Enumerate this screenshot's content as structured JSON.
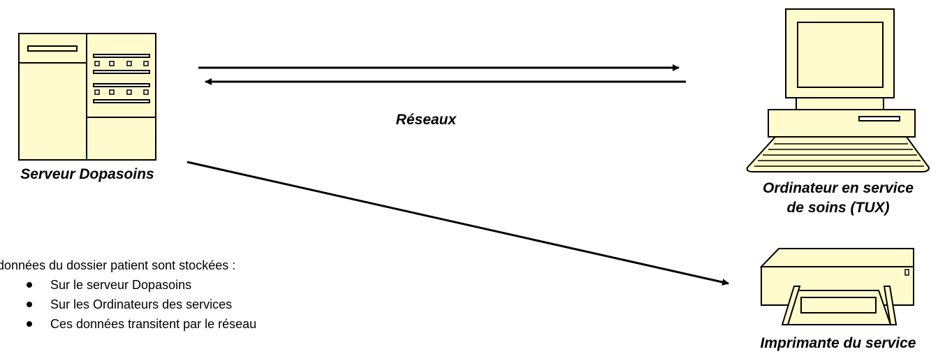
{
  "diagram": {
    "nodes": {
      "server": "Serveur Dopasoins",
      "computer": [
        "Ordinateur en service",
        "de soins (TUX)"
      ],
      "printer": "Imprimante du service"
    },
    "network_label": "Réseaux",
    "colors": {
      "device_fill": "#FFFBCC",
      "outline": "#000000"
    }
  },
  "info": {
    "intro": "données du dossier patient sont stockées :",
    "items": [
      "Sur le serveur Dopasoins",
      "Sur les Ordinateurs des services",
      "Ces données transitent par le réseau"
    ]
  }
}
